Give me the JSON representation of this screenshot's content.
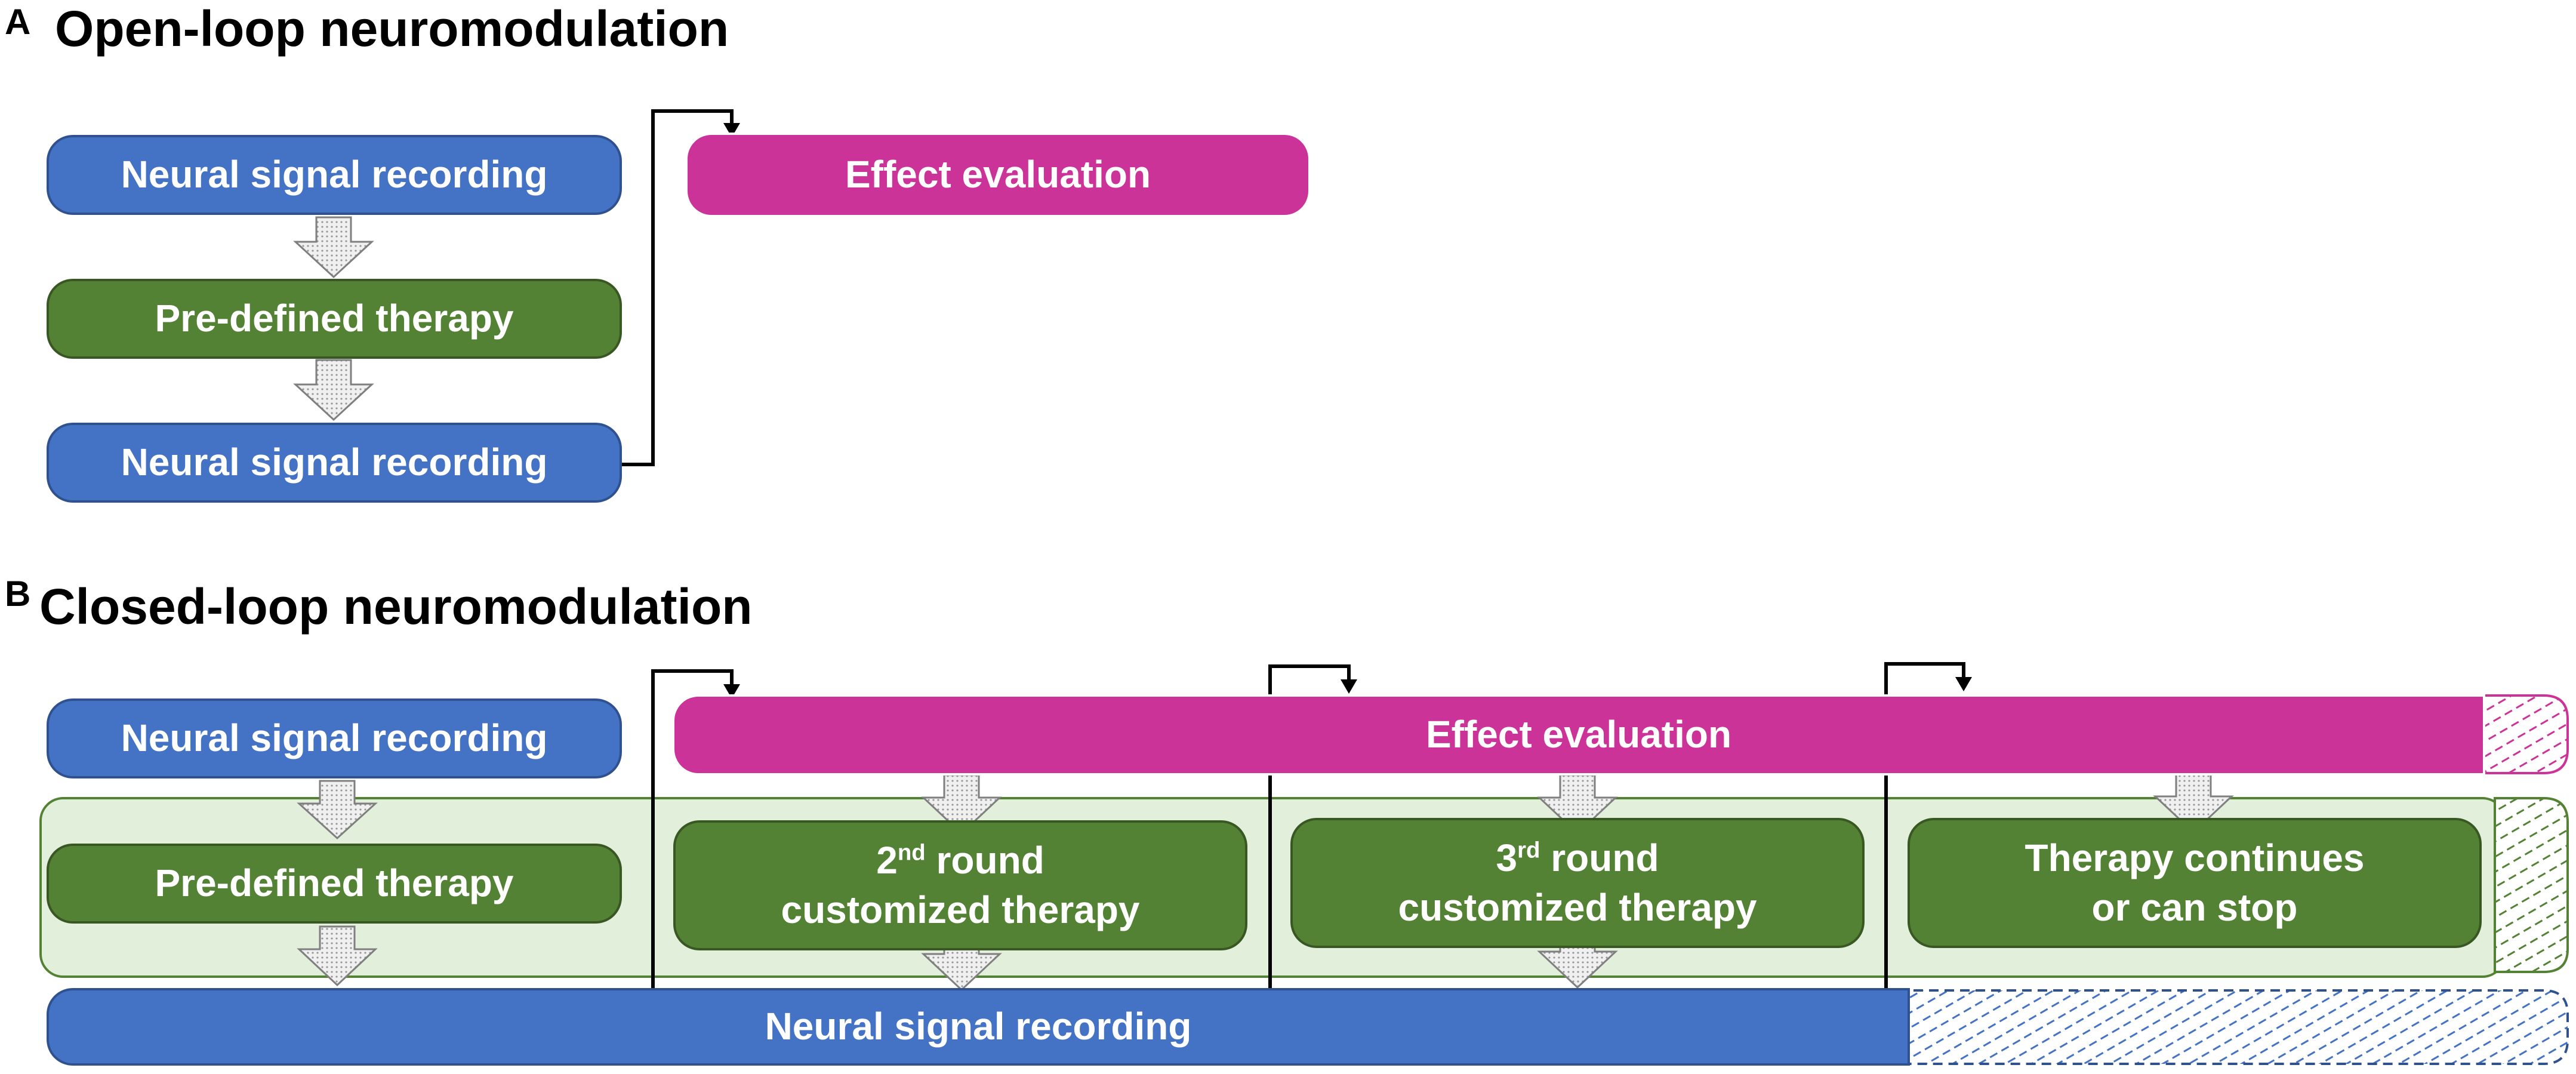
{
  "panel_a": {
    "letter": "A",
    "title": "Open-loop neuromodulation",
    "recording_top": "Neural signal recording",
    "therapy": "Pre-defined therapy",
    "recording_bottom": "Neural signal recording",
    "evaluation": "Effect evaluation"
  },
  "panel_b": {
    "letter": "B",
    "title": "Closed-loop neuromodulation",
    "recording_top": "Neural signal recording",
    "evaluation": "Effect evaluation",
    "therapy_predefined": "Pre-defined therapy",
    "therapy_round2": {
      "ordinal": "2",
      "suffix": "nd",
      "word": " round",
      "line2": "customized therapy"
    },
    "therapy_round3": {
      "ordinal": "3",
      "suffix": "rd",
      "word": " round",
      "line2": "customized therapy"
    },
    "therapy_final": {
      "line1": "Therapy continues",
      "line2": "or can stop"
    },
    "recording_bottom": "Neural signal recording"
  },
  "colors": {
    "recording_blue": "#4472C4",
    "therapy_green": "#548235",
    "evaluation_pink": "#CC3399",
    "therapy_background": "#E2EFDA"
  }
}
